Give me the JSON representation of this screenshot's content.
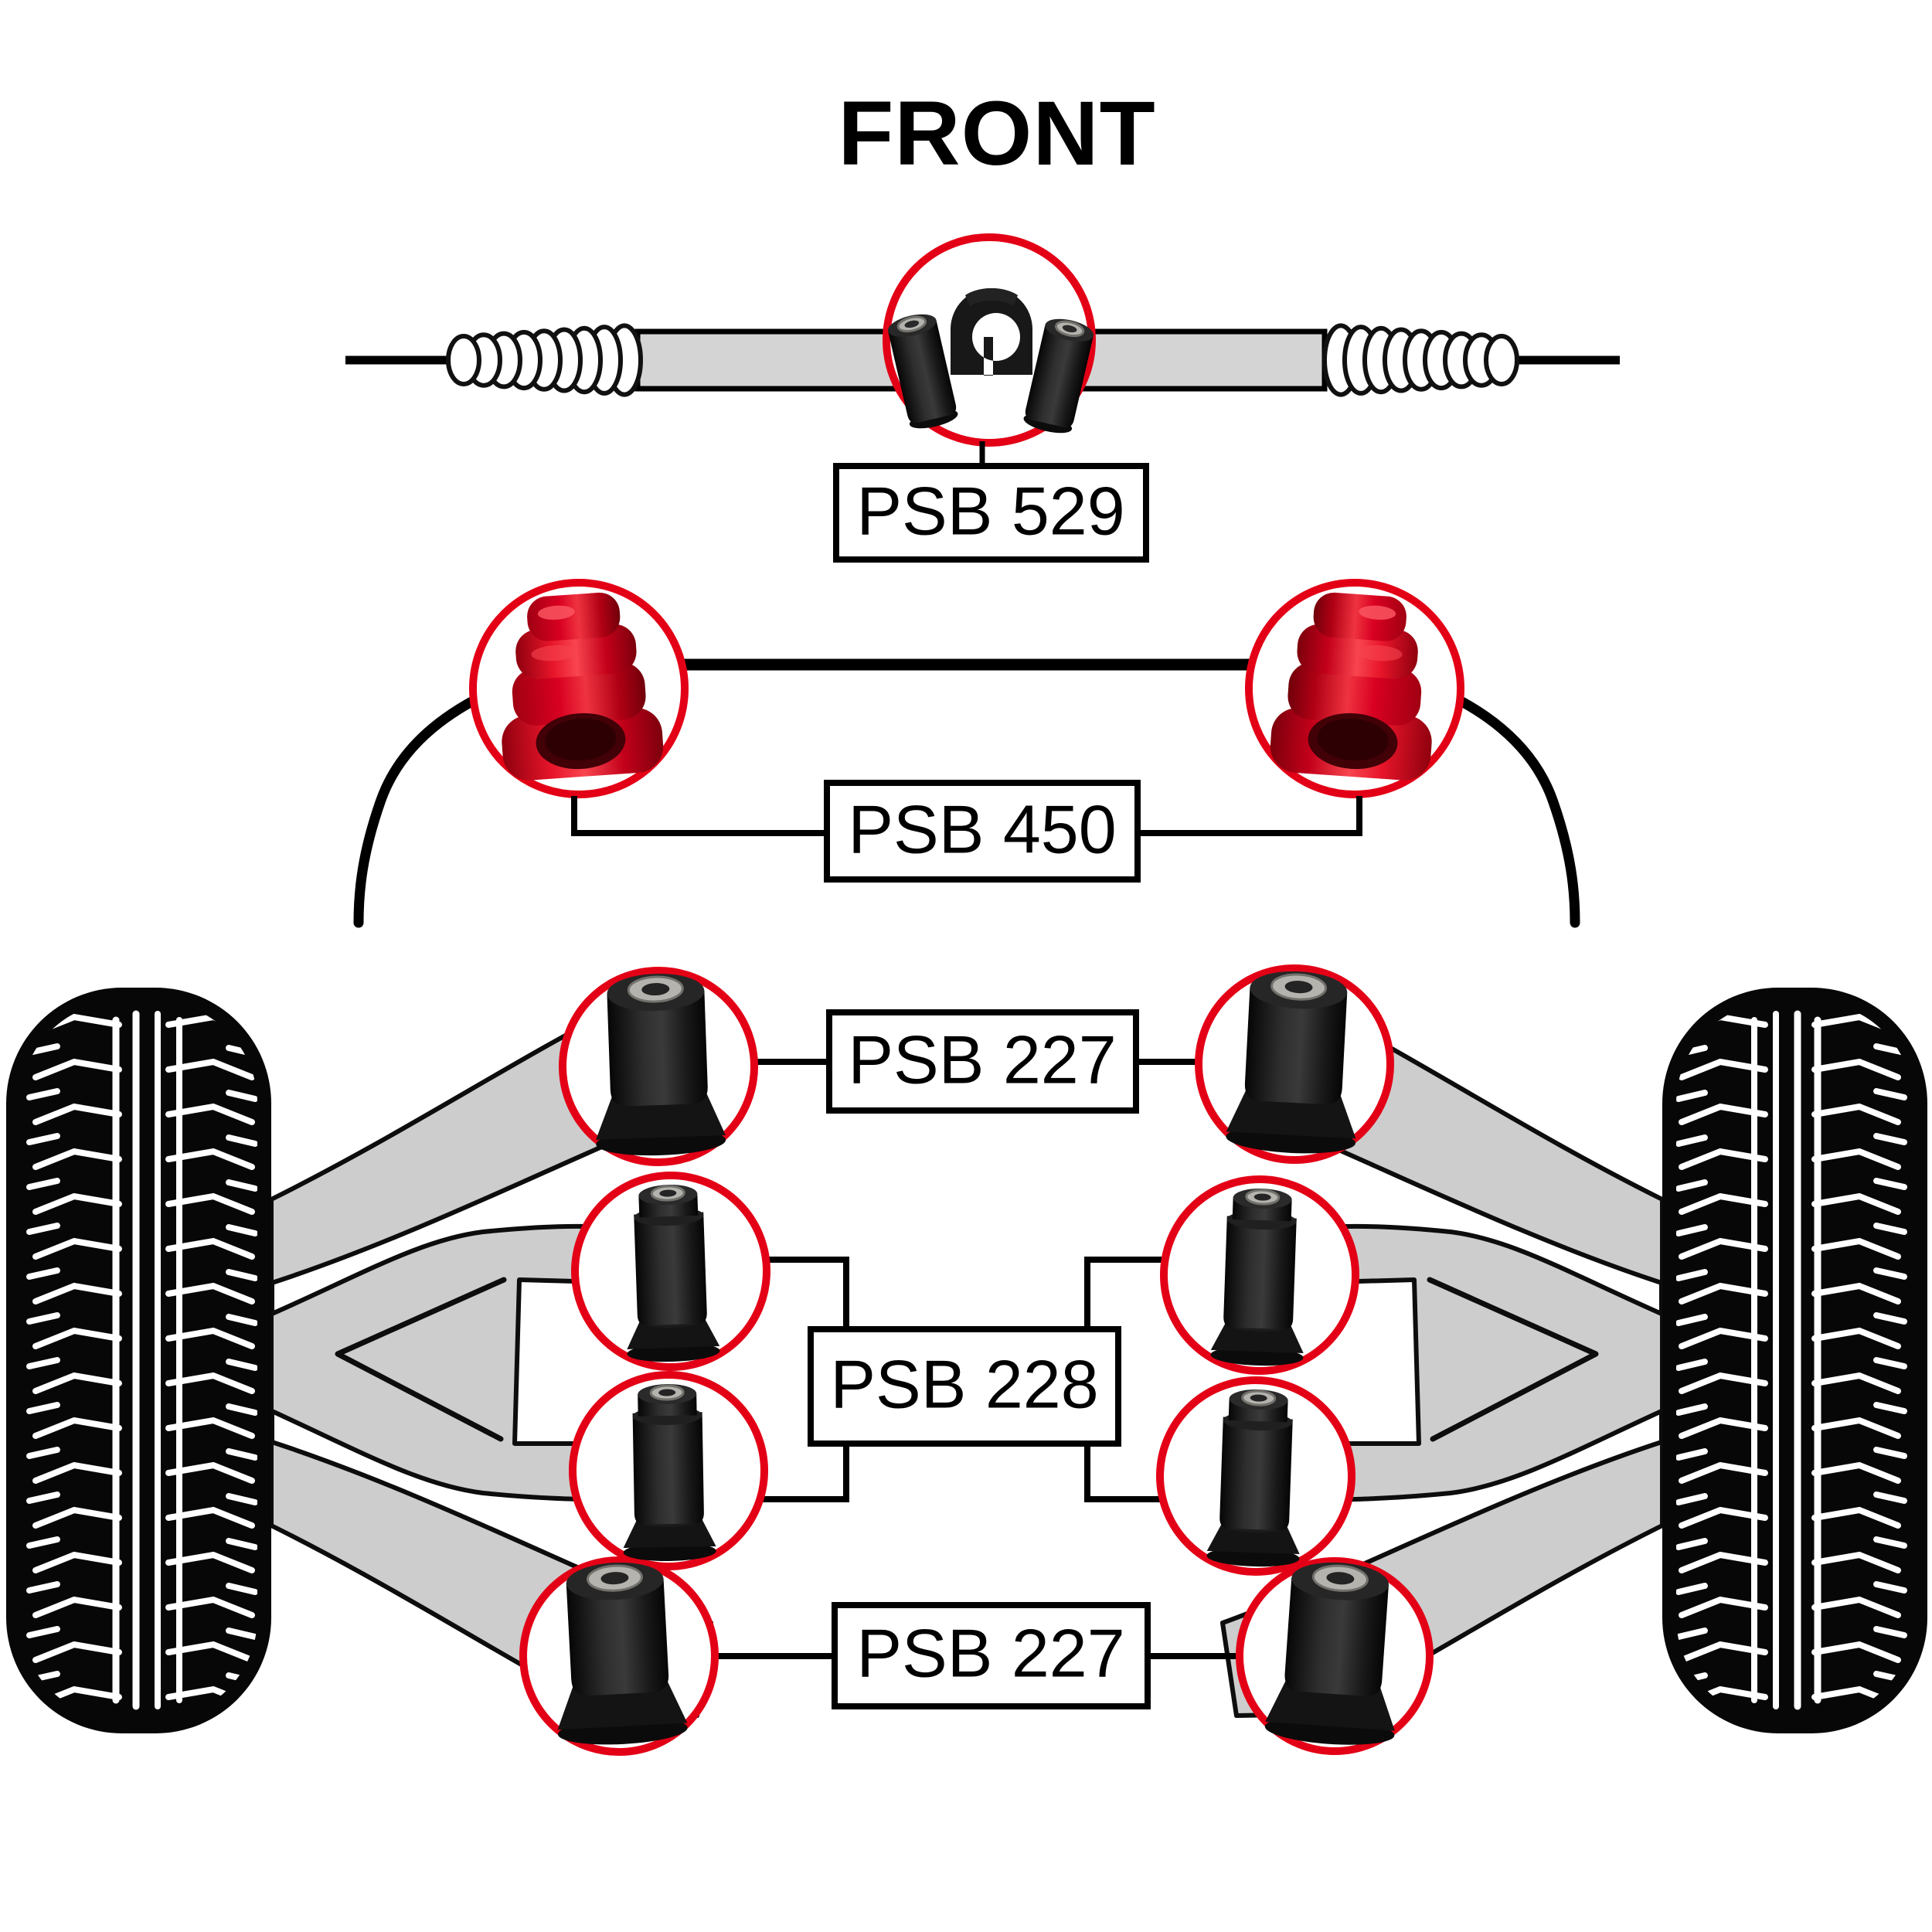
{
  "title": "FRONT",
  "callouts": {
    "steering_rack": {
      "label": "PSB 529"
    },
    "sway_bar": {
      "label": "PSB 450"
    },
    "control_arm_upper_front": {
      "label": "PSB 227"
    },
    "control_arm_lower": {
      "label": "PSB 228"
    },
    "control_arm_upper_rear": {
      "label": "PSB 227"
    }
  },
  "colors": {
    "highlight_red": "#e30016",
    "arm_gray": "#cdcdcd",
    "rack_gray": "#d4d4d4",
    "tire_black": "#070707",
    "bushing_black": "#161616",
    "bushing_red": "#d8001f",
    "line_black": "#000000"
  }
}
